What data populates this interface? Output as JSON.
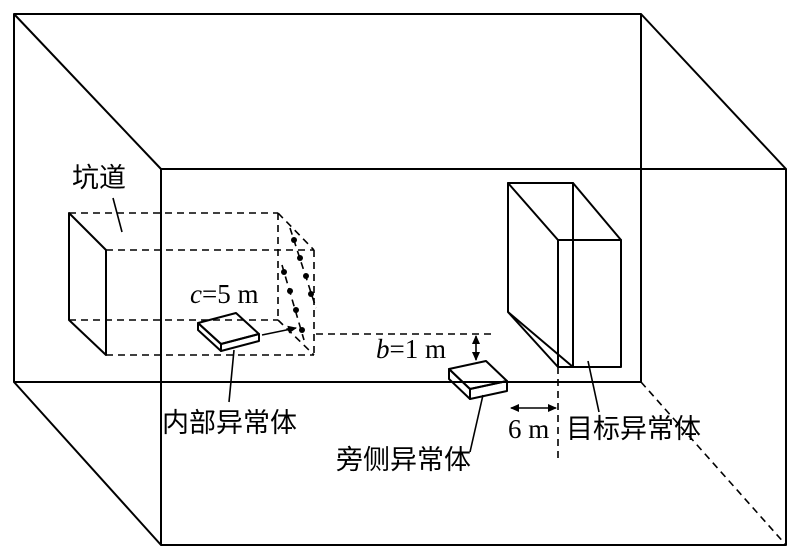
{
  "labels": {
    "tunnel": "坑道",
    "internal_anomaly": "内部异常体",
    "side_anomaly": "旁侧异常体",
    "target_anomaly": "目标异常体"
  },
  "dimensions": {
    "c": {
      "symbol": "c",
      "value": "=5 m"
    },
    "b": {
      "symbol": "b",
      "value": "=1 m"
    },
    "side_distance": "6 m"
  }
}
